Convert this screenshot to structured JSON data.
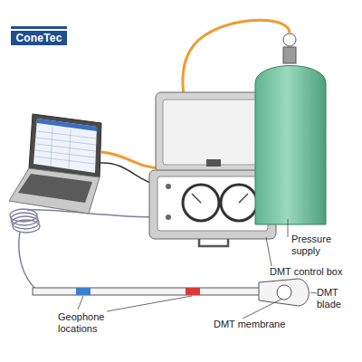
{
  "diagram": {
    "nodes": [
      {
        "text": [
          "ConeTec"
        ]
      }
    ],
    "labels": [
      "Pressure supply",
      "DMT control box",
      "DMT blade",
      "DMT membrane",
      "Geophone locations"
    ]
  }
}
